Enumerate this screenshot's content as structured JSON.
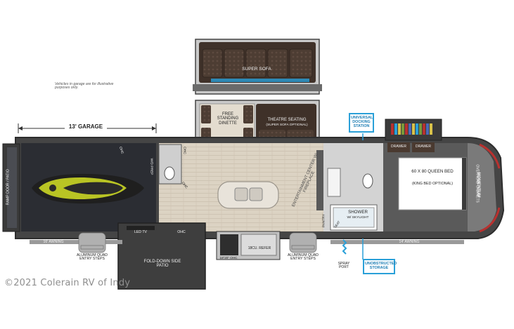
{
  "note": "Vehicles in garage are for illustrative purposes only.",
  "garage_dim": "13' GARAGE",
  "labels": {
    "super_sofa": "SUPER SOFA",
    "dinette": "FREE STANDING DINETTE",
    "theatre": "THEATRE SEATING",
    "theatre_sub": "(SUPER SOFA OPTIONAL)",
    "ramp": "RAMP DOOR / PATIO",
    "wd_prep": "W/D PREP",
    "ohc": "OHC",
    "awning_left": "16' AWNING",
    "awning_right": "14' AWNING",
    "steps_left": "ALUMINUM QUAD ENTRY STEPS",
    "steps_right": "ALUMINUM QUAD ENTRY STEPS",
    "led_tv": "LED TV",
    "patio": "FOLD-DOWN SIDE PATIO",
    "oven": "18\"20\" OHC",
    "refer": "18CU. REFER",
    "ent_center": "ENTERTAINMENT CENTER w/ FIREPLACE",
    "pantry": "PANTRY",
    "shower": "SHOWER",
    "shower_sub": "w/ SKYLIGHT",
    "seat": "SEAT",
    "spray": "SPRAY PORT",
    "docking": "UNIVERSAL DOCKING STATION",
    "storage": "UNOBSTRUCTED STORAGE",
    "drawer": "DRAWER",
    "bed": "60 x 80 QUEEN BED",
    "bed_sub": "(KING BED OPTIONAL)",
    "overhead": "OVERHEAD CABINETS",
    "brand": "MOMENTUM"
  },
  "watermark": "©2021 Colerain RV of Indy",
  "colors": {
    "wall": "#3b3b3b",
    "wall_light": "#6a6a6a",
    "garage_floor": "#2b2d33",
    "wood_floor": "#d9d0c0",
    "sofa": "#4a3a30",
    "accent_blue": "#2aa0d8",
    "jetski": "#b9c424",
    "brand_red": "#b8312f"
  }
}
